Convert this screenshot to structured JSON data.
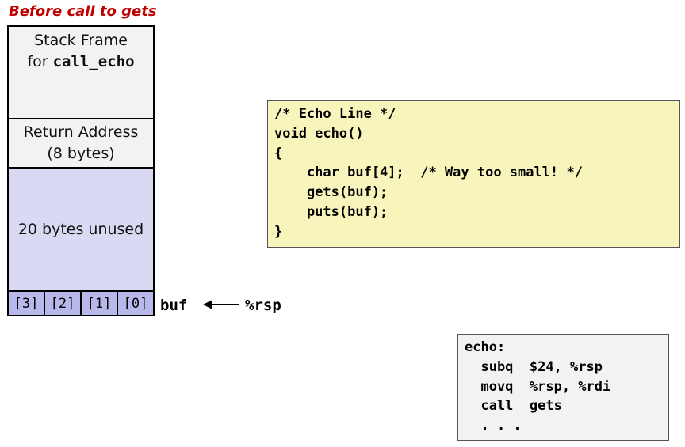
{
  "title": "Before call to gets",
  "stack": {
    "frame_line1": "Stack Frame",
    "frame_line2_prefix": "for ",
    "frame_line2_func": "call_echo",
    "return_line1": "Return Address",
    "return_line2": "(8 bytes)",
    "unused": "20 bytes unused",
    "buf_cells": [
      "[3]",
      "[2]",
      "[1]",
      "[0]"
    ],
    "buf_label": "buf",
    "rsp_label": "%rsp"
  },
  "c_code": [
    "/* Echo Line */",
    "void echo()",
    "{",
    "    char buf[4];  /* Way too small! */",
    "    gets(buf);",
    "    puts(buf);",
    "}"
  ],
  "asm_code": [
    "echo:",
    "  subq  $24, %rsp",
    "  movq  %rsp, %rdi",
    "  call  gets",
    "  . . ."
  ],
  "colors": {
    "title": "#c00000",
    "frame_bg": "#f2f2f2",
    "unused_bg": "#d9d9f3",
    "buf_bg": "#b8b8ea",
    "code_bg": "#f7f4bc",
    "asm_bg": "#f2f2f2"
  },
  "icons": {
    "pointer": "left-arrow-icon"
  }
}
